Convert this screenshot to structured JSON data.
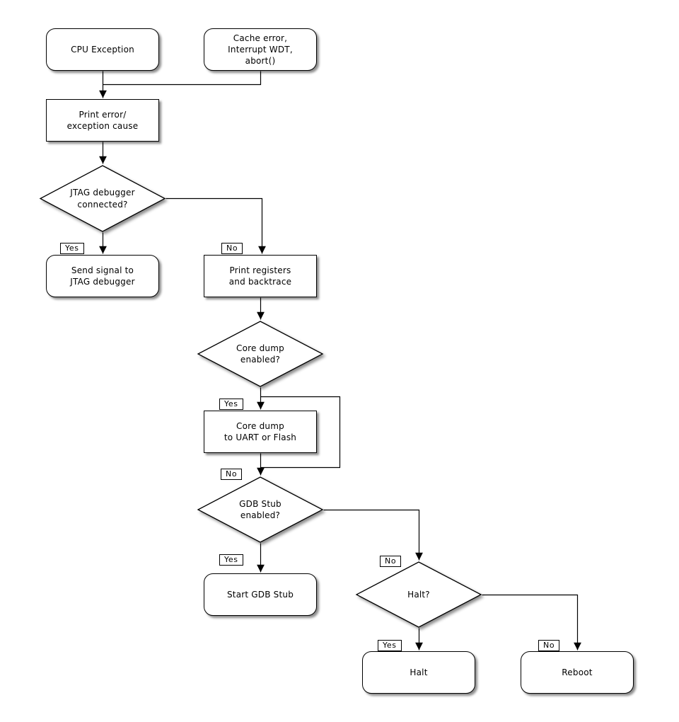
{
  "diagram": {
    "background": "#ffffff",
    "line_color": "#000000",
    "shape_fill": "#ffffff",
    "nodes": {
      "cpu_exception": {
        "type": "terminal",
        "label": "CPU Exception"
      },
      "cache_error": {
        "type": "terminal",
        "label": "Cache error,\nInterrupt WDT,\nabort()"
      },
      "print_error": {
        "type": "process",
        "label": "Print error/\nexception cause"
      },
      "jtag_connected": {
        "type": "decision",
        "label": "JTAG debugger\nconnected?"
      },
      "send_signal": {
        "type": "terminal",
        "label": "Send signal to\nJTAG debugger"
      },
      "print_registers": {
        "type": "process",
        "label": "Print registers\nand backtrace"
      },
      "core_dump_enabled": {
        "type": "decision",
        "label": "Core dump\nenabled?"
      },
      "core_dump_dest": {
        "type": "process",
        "label": "Core dump\nto UART or Flash"
      },
      "gdb_stub_enabled": {
        "type": "decision",
        "label": "GDB Stub\nenabled?"
      },
      "start_gdb_stub": {
        "type": "terminal",
        "label": "Start GDB Stub"
      },
      "halt_question": {
        "type": "decision",
        "label": "Halt?"
      },
      "halt": {
        "type": "terminal",
        "label": "Halt"
      },
      "reboot": {
        "type": "terminal",
        "label": "Reboot"
      }
    },
    "edges": [
      {
        "from": "cpu_exception",
        "to": "print_error",
        "label": ""
      },
      {
        "from": "cache_error",
        "to": "print_error",
        "label": ""
      },
      {
        "from": "print_error",
        "to": "jtag_connected",
        "label": ""
      },
      {
        "from": "jtag_connected",
        "to": "send_signal",
        "label": "Yes"
      },
      {
        "from": "jtag_connected",
        "to": "print_registers",
        "label": "No"
      },
      {
        "from": "print_registers",
        "to": "core_dump_enabled",
        "label": ""
      },
      {
        "from": "core_dump_enabled",
        "to": "core_dump_dest",
        "label": "Yes"
      },
      {
        "from": "core_dump_enabled",
        "to": "gdb_stub_enabled",
        "label": "No"
      },
      {
        "from": "core_dump_dest",
        "to": "gdb_stub_enabled",
        "label": ""
      },
      {
        "from": "gdb_stub_enabled",
        "to": "start_gdb_stub",
        "label": "Yes"
      },
      {
        "from": "gdb_stub_enabled",
        "to": "halt_question",
        "label": "No"
      },
      {
        "from": "halt_question",
        "to": "halt",
        "label": "Yes"
      },
      {
        "from": "halt_question",
        "to": "reboot",
        "label": "No"
      }
    ]
  }
}
